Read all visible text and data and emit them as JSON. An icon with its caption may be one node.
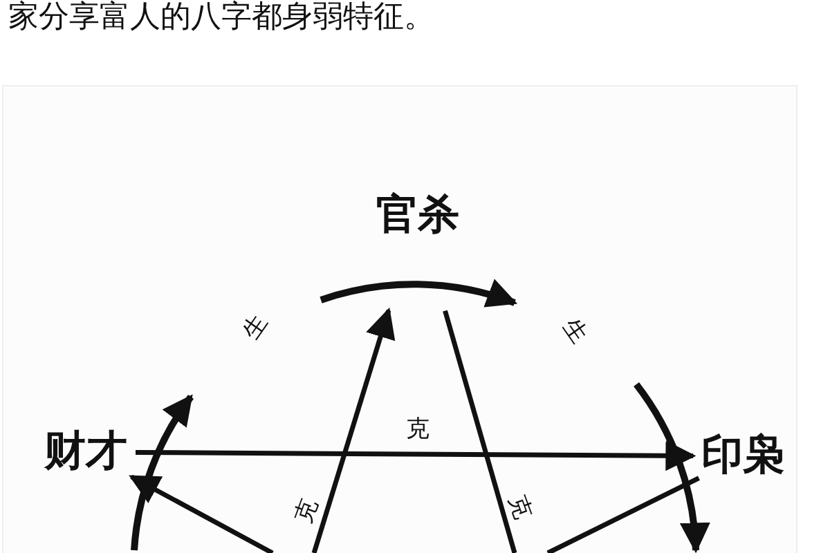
{
  "diagram": {
    "nodes": [
      {
        "text": [
          "官杀"
        ]
      },
      {
        "text": [
          "财才"
        ]
      },
      {
        "text": [
          "印枭"
        ]
      }
    ],
    "edges": [
      {
        "from": 1,
        "to": 2,
        "arrow": "to",
        "label": "克"
      },
      {
        "from": null,
        "to": 0,
        "arrow": "to",
        "label": "克"
      },
      {
        "from": 0,
        "to": null,
        "arrow": "none",
        "label": "克"
      },
      {
        "from": null,
        "to": 1,
        "arrow": "to"
      },
      {
        "from": 2,
        "to": null,
        "arrow": "none"
      }
    ],
    "labels": [
      "家分享富人的八字都身弱特征。",
      "生",
      "生"
    ]
  }
}
